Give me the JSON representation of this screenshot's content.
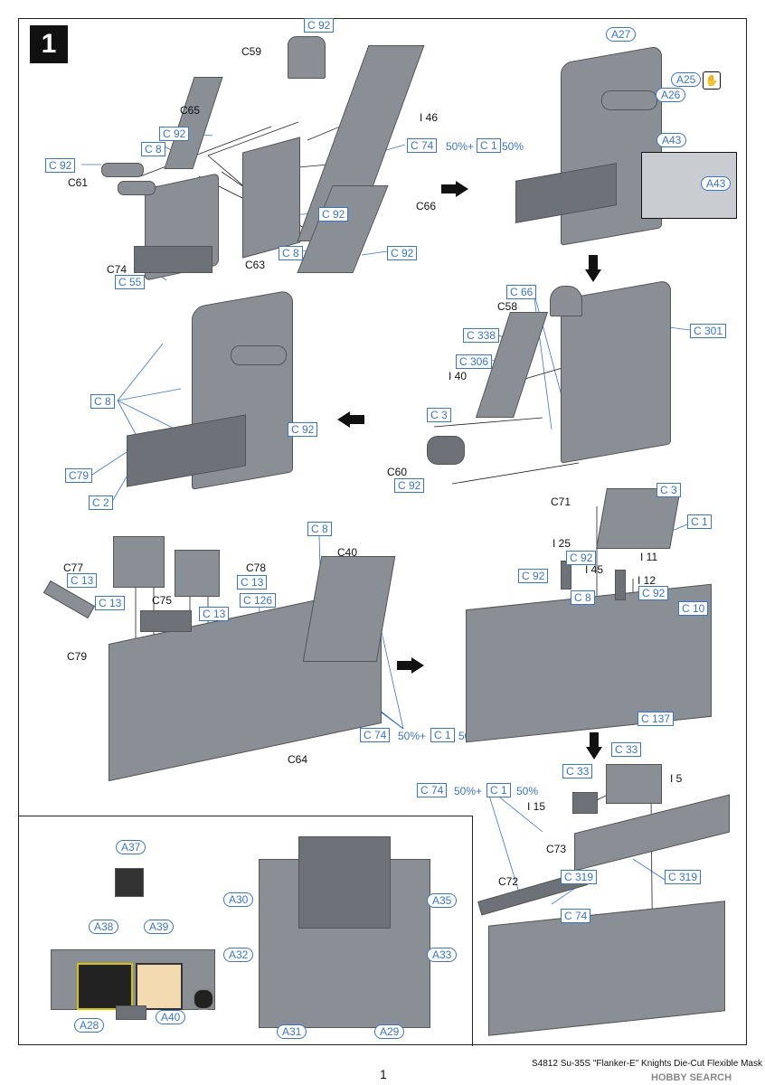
{
  "step_number": "1",
  "footer": {
    "product": "S4812 Su-35S \"Flanker-E\" Knights Die-Cut Flexible Mask",
    "page": "1",
    "watermark": "HOBBY SEARCH"
  },
  "labels": {
    "c92_top": "C 92",
    "c59": "C59",
    "c65": "C65",
    "c92_a": "C 92",
    "c8_a": "C 8",
    "c92_b": "C 92",
    "c61": "C61",
    "i46": "I 46",
    "c74_a": "C 74",
    "pct50_a": "50%+",
    "c1_a": "C 1",
    "pct50_b": "50%",
    "c66": "C66",
    "c92_c": "C 92",
    "c8_b": "C 8",
    "c92_d": "C 92",
    "c74": "C74",
    "c55": "C 55",
    "c63": "C63",
    "a27": "A27",
    "a25": "A25",
    "a26": "A26",
    "a43": "A43",
    "a43b": "A43",
    "c66_b": "C 66",
    "c58": "C58",
    "c301": "C 301",
    "c338": "C 338",
    "c306": "C 306",
    "i40": "I 40",
    "c3": "C 3",
    "c60": "C60",
    "c92_e": "C 92",
    "c8_c": "C 8",
    "c92_f": "C 92",
    "c79_b": "C79",
    "c2": "C 2",
    "c8_d": "C 8",
    "c40": "C40",
    "c77": "C77",
    "c13_a": "C 13",
    "c78": "C78",
    "c13_b": "C 13",
    "c13_c": "C 13",
    "c75": "C75",
    "c13_d": "C 13",
    "c126": "C 126",
    "c79": "C79",
    "c74_b": "C 74",
    "pct50_c": "50%+",
    "c1_b": "C 1",
    "pct50_d": "50%",
    "c64": "C64",
    "c71": "C71",
    "c3_b": "C 3",
    "c1_c": "C 1",
    "i25": "I 25",
    "c92_g": "C 92",
    "i11": "I 11",
    "c92_h": "C 92",
    "i45": "I 45",
    "i12": "I 12",
    "c8_e": "C 8",
    "c92_i": "C 92",
    "c10": "C 10",
    "c137": "C 137",
    "c33_a": "C 33",
    "c33_b": "C 33",
    "i5": "I 5",
    "c74_c": "C 74",
    "pct50_e": "50%+",
    "c1_d": "C 1",
    "pct50_f": "50%",
    "i15": "I 15",
    "c73": "C73",
    "c72": "C72",
    "c319_a": "C 319",
    "c319_b": "C 319",
    "c74_d": "C 74",
    "a37": "A37",
    "a38": "A38",
    "a39": "A39",
    "a28": "A28",
    "a40": "A40",
    "a30": "A30",
    "a35": "A35",
    "a32": "A32",
    "a33": "A33",
    "a31": "A31",
    "a29": "A29"
  },
  "colors": {
    "callout_blue": "#3a75c4",
    "part_grey": "#8a8f96",
    "screen_yellow": "#d8c200"
  }
}
